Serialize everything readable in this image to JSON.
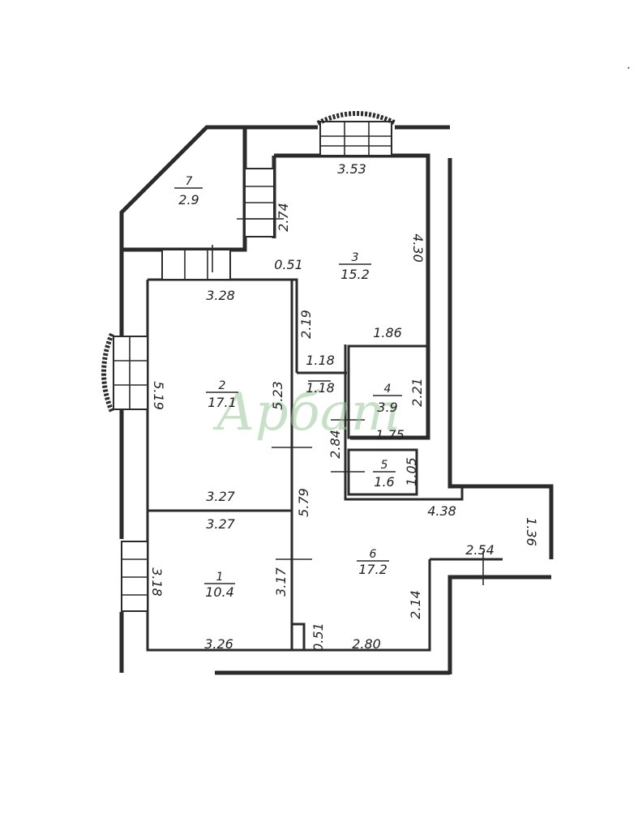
{
  "watermark": "Арбат",
  "corner_mark": "˙",
  "rooms": [
    {
      "number": "1",
      "area": "10.4"
    },
    {
      "number": "2",
      "area": "17.1"
    },
    {
      "number": "3",
      "area": "15.2"
    },
    {
      "number": "4",
      "area": "3.9"
    },
    {
      "number": "5",
      "area": "1.6"
    },
    {
      "number": "6",
      "area": "17.2"
    },
    {
      "number": "7",
      "area": "2.9"
    }
  ],
  "dimensions": {
    "r3_top": "3.53",
    "r7_side": "2.74",
    "r3_right": "4.30",
    "r3_left_a": "0.51",
    "r3_left_b": "2.19",
    "r3_bottom": "1.86",
    "r2_top": "3.28",
    "r2_left": "5.19",
    "r2_right": "5.23",
    "r2_bottom": "3.27",
    "door_top": "1.18",
    "door_bottom": "1.18",
    "r4_right": "2.21",
    "r4_bottom": "1.75",
    "corr_height": "2.84",
    "r5_side": "1.05",
    "r1_top": "3.27",
    "corr_long": "5.79",
    "r6_top": "4.38",
    "r6_right": "1.36",
    "r6_step": "2.54",
    "r1_left": "3.18",
    "r1_right": "3.17",
    "r6_side": "2.14",
    "r1_bottom": "3.26",
    "r6_small": "0.51",
    "r6_bottom": "2.80"
  }
}
